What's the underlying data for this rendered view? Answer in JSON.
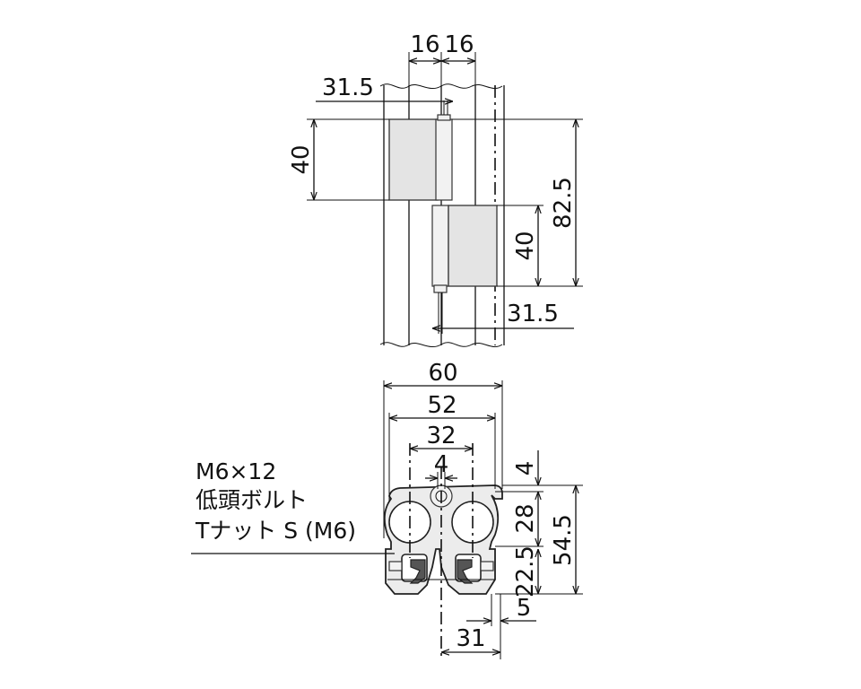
{
  "top_view": {
    "dims": {
      "w16_left": "16",
      "w16_right": "16",
      "w31_5_top": "31.5",
      "h40_left": "40",
      "h82_5": "82.5",
      "h40_right": "40",
      "w31_5_bottom": "31.5"
    }
  },
  "section_view": {
    "dims": {
      "w60": "60",
      "w52": "52",
      "w32": "32",
      "w4": "4",
      "h4": "4",
      "h28": "28",
      "h54_5": "54.5",
      "h22_5": "22.5",
      "w5": "5",
      "w31": "31"
    },
    "callout": {
      "line1": "M6×12",
      "line2": "低頭ボルト",
      "line3": "Tナット S (M6)"
    }
  }
}
